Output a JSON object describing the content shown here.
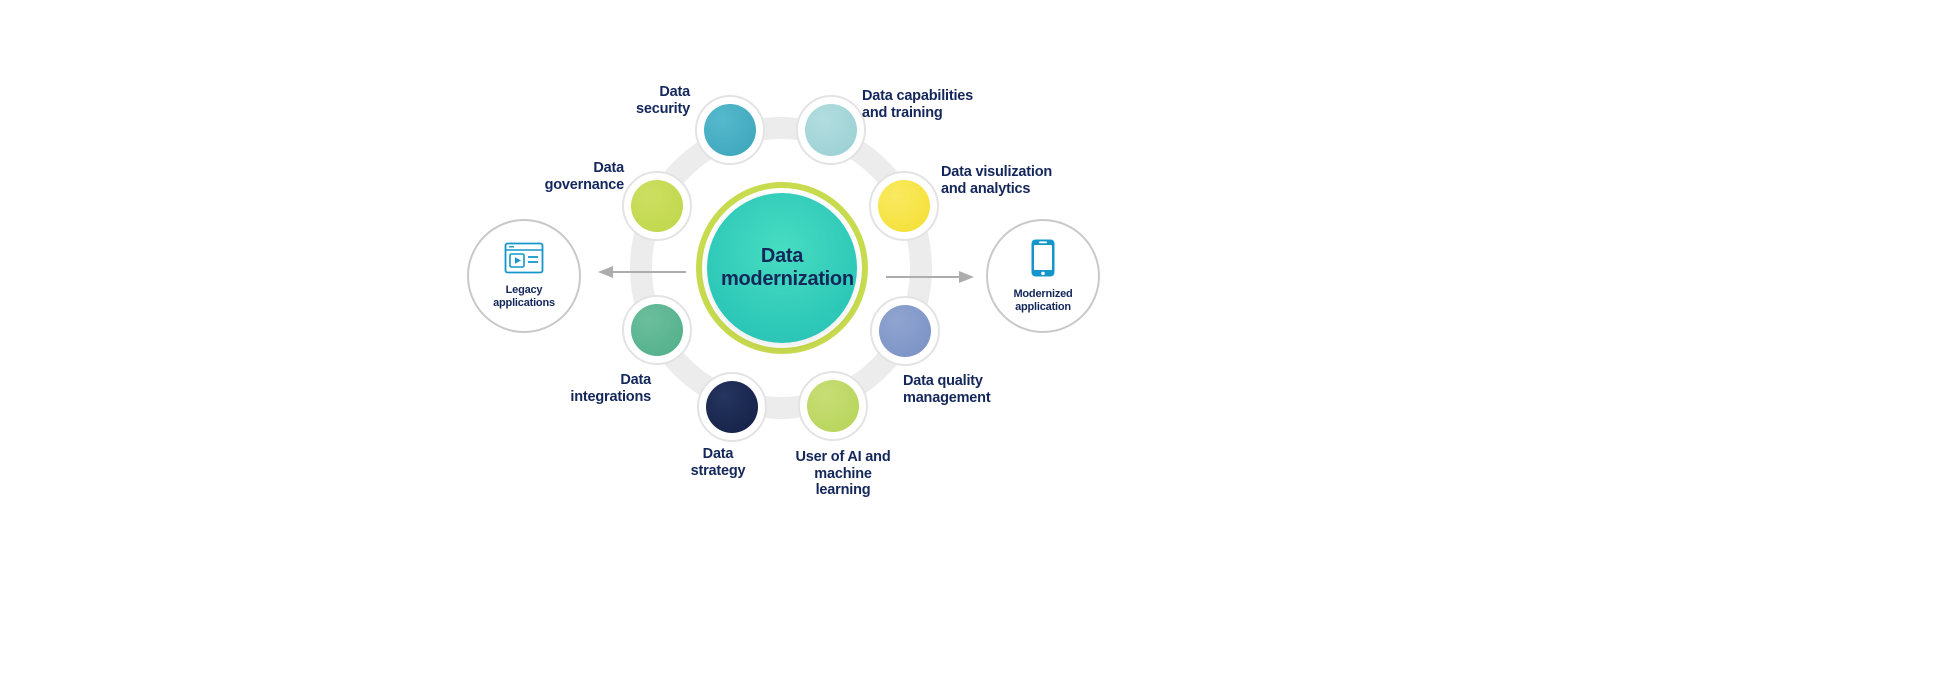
{
  "center": {
    "label": "Data modernization",
    "fill": "#2EC8B8",
    "ring_color": "#C8DA4E"
  },
  "nodes": [
    {
      "id": "data-security",
      "label": "Data security",
      "color": "#3BA4BA"
    },
    {
      "id": "data-capabilities",
      "label": "Data capabilities and training",
      "color": "#98CFD3"
    },
    {
      "id": "data-visualization",
      "label": "Data visulization and analytics",
      "color": "#F3DF33"
    },
    {
      "id": "data-quality",
      "label": "Data quality management",
      "color": "#7890C3"
    },
    {
      "id": "user-ai",
      "label": "User of AI and machine learning",
      "color": "#B6D356"
    },
    {
      "id": "data-strategy",
      "label": "Data strategy",
      "color": "#131E44"
    },
    {
      "id": "data-integrations",
      "label": "Data integrations",
      "color": "#4FAE89"
    },
    {
      "id": "data-governance",
      "label": "Data governance",
      "color": "#BED648"
    }
  ],
  "legacy": {
    "label": "Legacy applications",
    "icon": "browser-video-icon"
  },
  "modernized": {
    "label": "Modernized application",
    "icon": "smartphone-icon"
  },
  "icons": {
    "left_arrow": "arrow-left-icon",
    "right_arrow": "arrow-right-icon"
  },
  "colors": {
    "text_navy": "#14275A",
    "ring_gray": "#ECECEC",
    "arrow_gray": "#ADADAD",
    "icon_blue": "#1596CB"
  }
}
